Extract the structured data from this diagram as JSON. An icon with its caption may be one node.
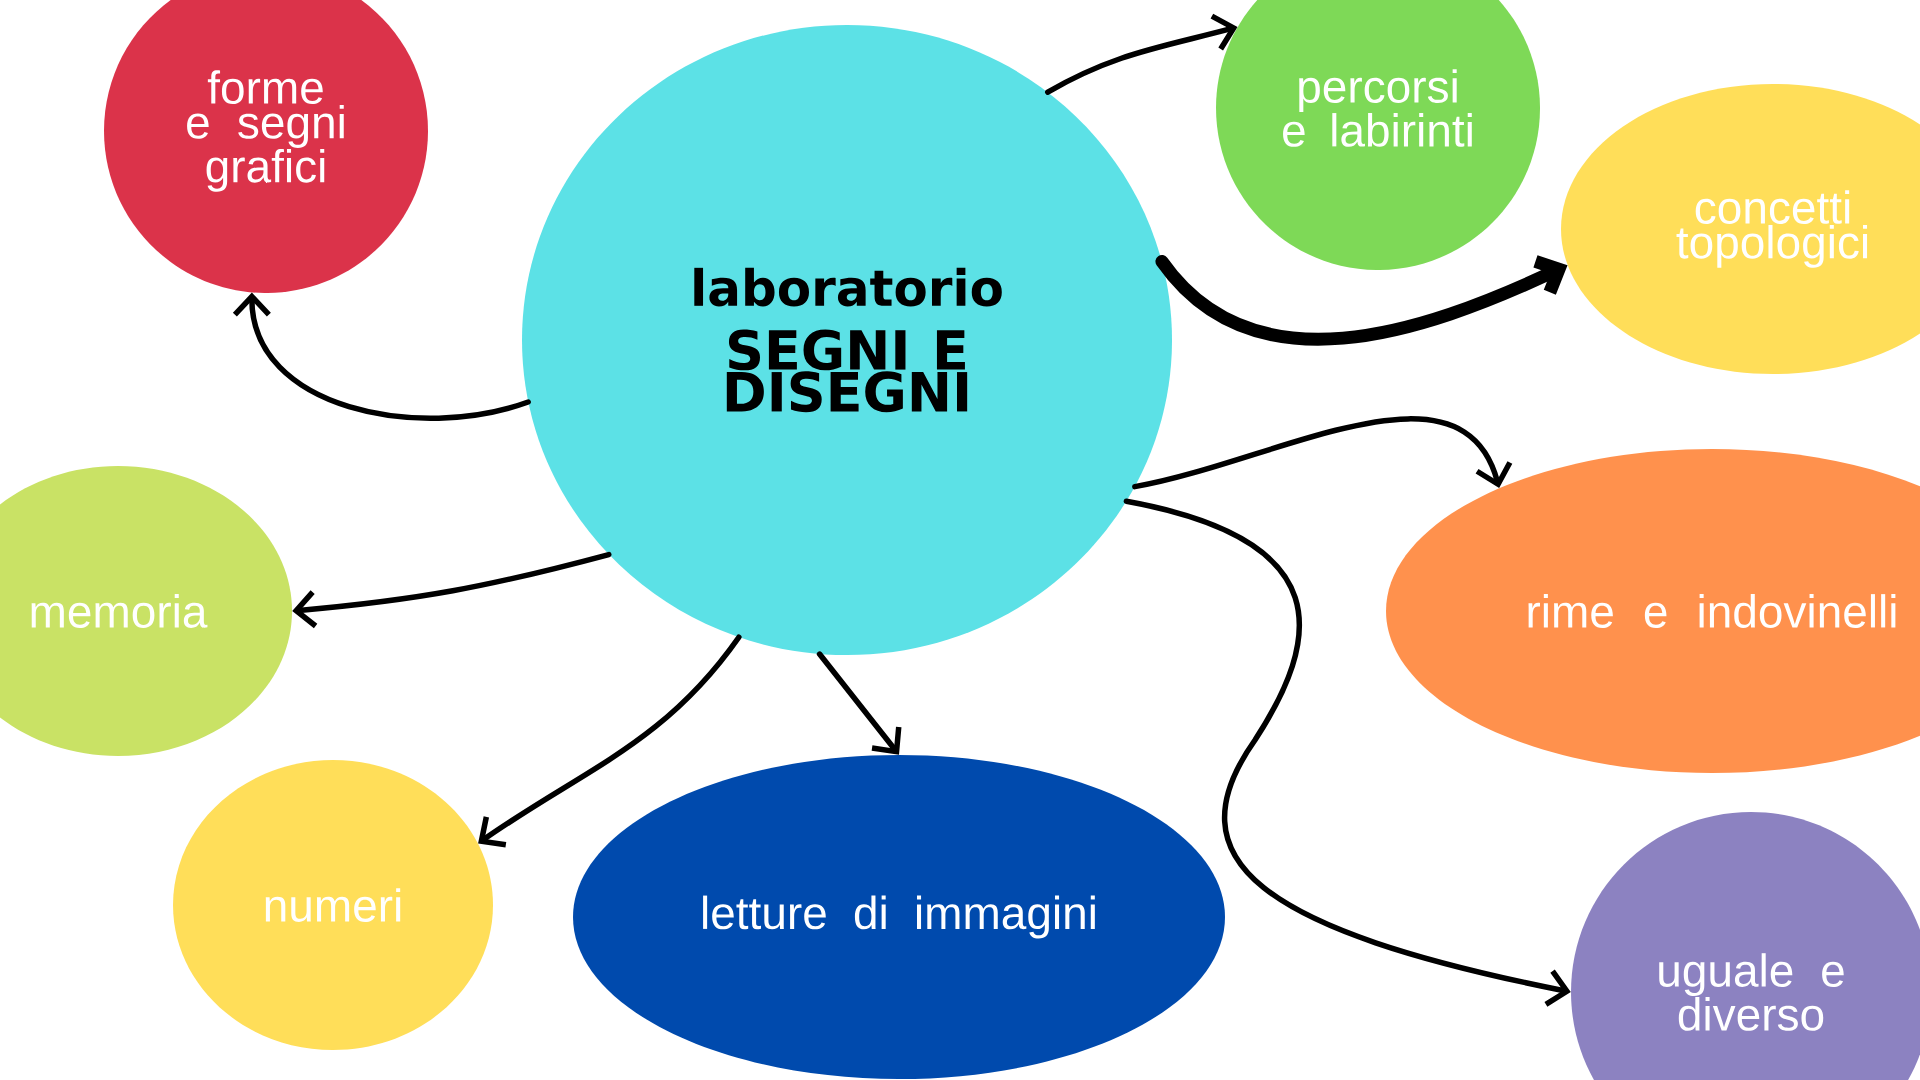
{
  "diagram": {
    "nodes": [
      {
        "text": [
          "laboratorio",
          "SEGNI E DISEGNI"
        ]
      },
      {
        "text": [
          "forme e segni grafici"
        ]
      },
      {
        "text": [
          "percorsi e labirinti"
        ]
      },
      {
        "text": [
          "concetti topologici"
        ]
      },
      {
        "text": [
          "memoria"
        ]
      },
      {
        "text": [
          "rime e indovinelli"
        ]
      },
      {
        "text": [
          "numeri"
        ]
      },
      {
        "text": [
          "letture di immagini"
        ]
      },
      {
        "text": [
          "uguale e diverso"
        ]
      }
    ],
    "edges": [
      {
        "from": 0,
        "to": 1,
        "arrow": "to"
      },
      {
        "from": 0,
        "to": 2,
        "arrow": "to"
      },
      {
        "from": 0,
        "to": 3,
        "arrow": "to",
        "style": "thick"
      },
      {
        "from": 0,
        "to": 4,
        "arrow": "to"
      },
      {
        "from": 0,
        "to": 5,
        "arrow": "to"
      },
      {
        "from": 0,
        "to": 6,
        "arrow": "to"
      },
      {
        "from": 0,
        "to": 7,
        "arrow": "to"
      },
      {
        "from": 0,
        "to": 8,
        "arrow": "to"
      }
    ]
  }
}
